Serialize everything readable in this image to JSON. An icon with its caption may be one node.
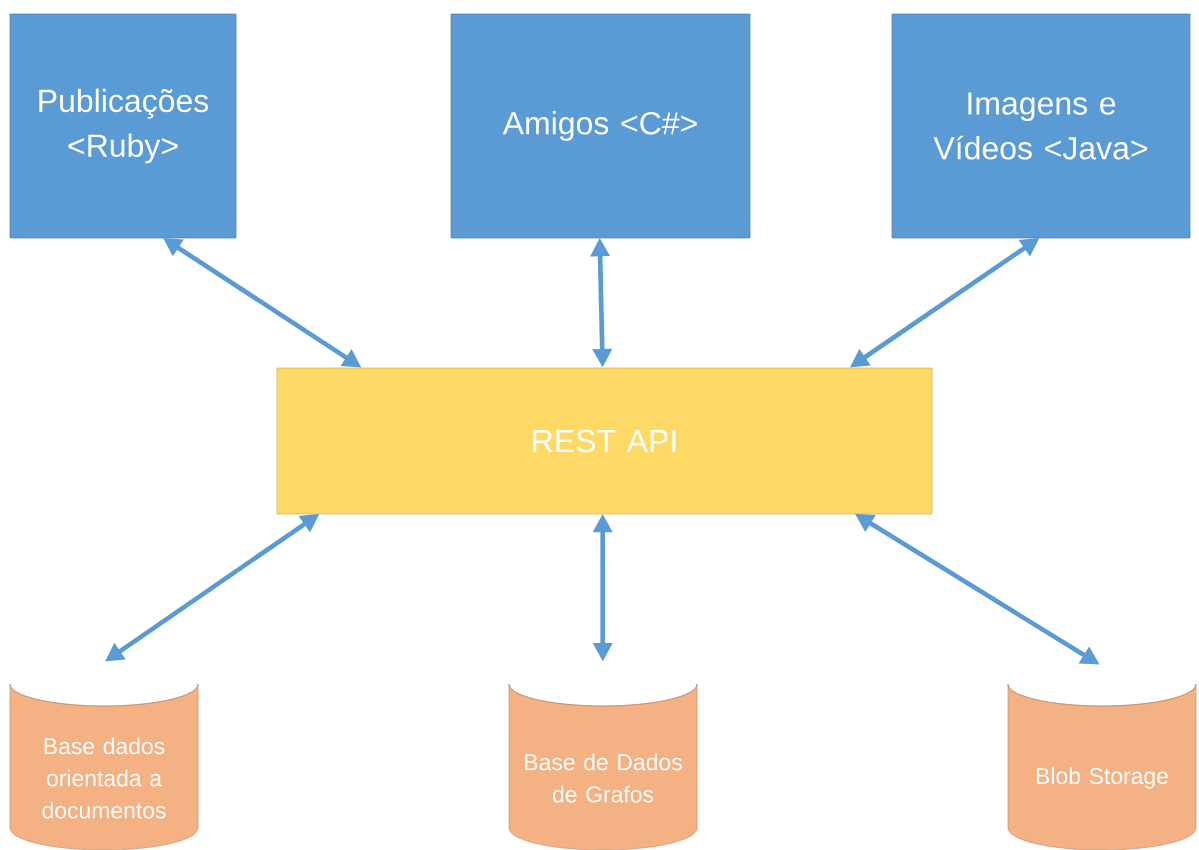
{
  "diagram": {
    "nodes": [
      {
        "text": [
          "Publicações <Ruby>"
        ]
      },
      {
        "text": [
          "Amigos <C#>"
        ]
      },
      {
        "text": [
          "Imagens e Vídeos <Java>"
        ]
      },
      {
        "text": [
          "REST API"
        ]
      },
      {
        "text": [
          "Base dados orientada a documentos"
        ]
      },
      {
        "text": [
          "Base de Dados de Grafos"
        ]
      },
      {
        "text": [
          "Blob Storage"
        ]
      }
    ],
    "edges": [
      {
        "from": 0,
        "to": 3,
        "arrow": "both"
      },
      {
        "from": 1,
        "to": 3,
        "arrow": "both"
      },
      {
        "from": 2,
        "to": 3,
        "arrow": "both"
      },
      {
        "from": 3,
        "to": 4,
        "arrow": "both"
      },
      {
        "from": 3,
        "to": 5,
        "arrow": "both"
      },
      {
        "from": 3,
        "to": 6,
        "arrow": "both"
      }
    ]
  }
}
